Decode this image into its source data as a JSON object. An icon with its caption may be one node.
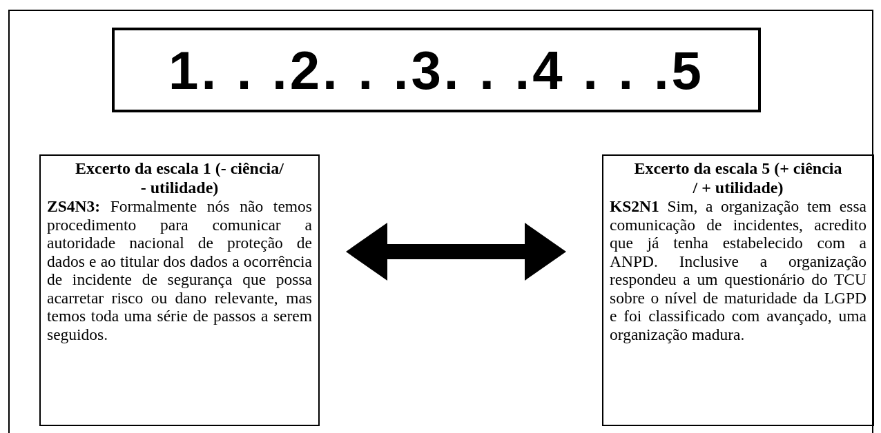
{
  "diagram": {
    "nodes": [
      {
        "text": [],
        "shape": "box"
      },
      {
        "text": [
          "1. . .2. . .3. . .4 . . .5"
        ],
        "in": 0
      },
      {
        "text": [
          "Excerto da escala 1 (- ciência/ - utilidade)",
          "**ZS4N3:** Formalmente nós não temos procedimento para comunicar a autoridade nacional de proteção de dados e ao titular dos dados a ocorrência de incidente de segurança que possa acarretar risco ou dano relevante, mas temos toda uma série de passos a serem seguidos."
        ],
        "in": 0
      },
      {
        "text": [
          "Excerto da escala 5 (+ ciência / + utilidade)",
          "**KS2N1** Sim, a organização tem essa comunicação de incidentes, acredito que já tenha estabelecido com a ANPD. Inclusive a organização respondeu a um questionário do TCU sobre o nível de maturidade da LGPD e foi classificado com avançado, uma organização madura."
        ],
        "in": 0
      }
    ],
    "edges": [
      {
        "from": 2,
        "to": 3,
        "arrow": "both"
      }
    ]
  }
}
